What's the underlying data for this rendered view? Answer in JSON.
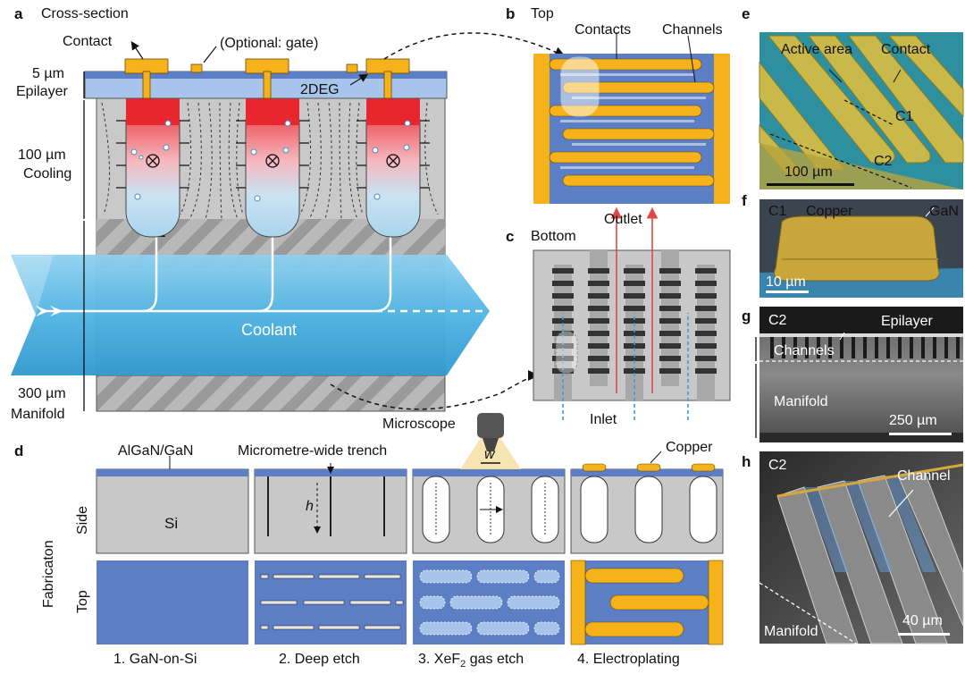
{
  "panels": {
    "a": {
      "letter": "a",
      "title": "Cross-section",
      "contact": "Contact",
      "gate": "(Optional: gate)",
      "epi_thk": "5 µm",
      "epi": "Epilayer",
      "twodeg": "2DEG",
      "cool_thk": "100 µm",
      "cool": "Cooling",
      "man_thk": "300 µm",
      "man": "Manifold",
      "coolant": "Coolant"
    },
    "b": {
      "letter": "b",
      "title": "Top",
      "contacts": "Contacts",
      "channels": "Channels",
      "outlet": "Outlet"
    },
    "c": {
      "letter": "c",
      "title": "Bottom",
      "inlet": "Inlet"
    },
    "d": {
      "letter": "d",
      "algan": "AlGaN/GaN",
      "trench": "Micrometre-wide trench",
      "microscope": "Microscope",
      "copper": "Copper",
      "si": "Si",
      "h": "h",
      "w": "w",
      "side": "Side",
      "top": "Top",
      "fab": "Fabricaton",
      "steps": [
        "1. GaN-on-Si",
        "2. Deep etch",
        "3. XeF",
        "4. Electroplating"
      ],
      "xef_sub": "2",
      "xef_tail": "gas etch"
    },
    "e": {
      "letter": "e",
      "active": "Active area",
      "contact": "Contact",
      "c1": "C1",
      "c2": "C2",
      "scale": "100 µm"
    },
    "f": {
      "letter": "f",
      "c1": "C1",
      "copper": "Copper",
      "gan": "GaN",
      "scale": "10 µm"
    },
    "g": {
      "letter": "g",
      "c2": "C2",
      "epi": "Epilayer",
      "channels": "Channels",
      "manifold": "Manifold",
      "scale": "250 µm"
    },
    "h": {
      "letter": "h",
      "c2": "C2",
      "channel": "Channel",
      "manifold": "Manifold",
      "scale": "40 µm"
    }
  },
  "colors": {
    "gan_blue": "#5b7ec4",
    "epi_blue": "#a9c4ea",
    "gold": "#f5b21a",
    "silicon": "#c8c8c8",
    "coolant": "#5cb8e4",
    "hot": "#e8262d",
    "outlet": "#e04848",
    "inlet": "#3aa0d8"
  }
}
